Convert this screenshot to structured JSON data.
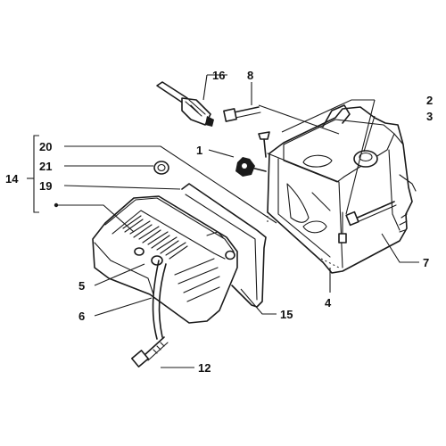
{
  "labels": {
    "l1": "1",
    "l2": "2",
    "l3": "3",
    "l4": "4",
    "l5": "5",
    "l6": "6",
    "l7": "7",
    "l8": "8",
    "l12": "12",
    "l14": "14",
    "l15": "15",
    "l16": "16",
    "l19": "19",
    "l20": "20",
    "l21": "21"
  }
}
